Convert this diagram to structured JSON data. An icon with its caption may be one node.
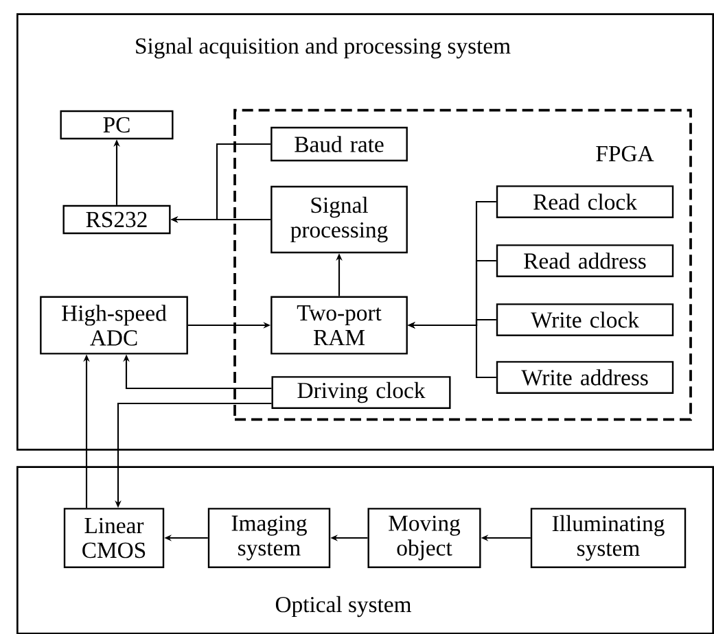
{
  "diagram": {
    "nodes": [
      {
        "text": [
          "Signal acquisition and processing system"
        ]
      },
      {
        "text": [
          "FPGA"
        ],
        "in": 0
      },
      {
        "text": [
          "PC"
        ],
        "in": 0
      },
      {
        "text": [
          "RS232"
        ],
        "in": 0
      },
      {
        "text": [
          "Baud rate"
        ],
        "in": 1
      },
      {
        "text": [
          "Signal processing"
        ],
        "in": 1
      },
      {
        "text": [
          "High-speed ADC"
        ],
        "in": 0
      },
      {
        "text": [
          "Two-port RAM"
        ],
        "in": 1
      },
      {
        "text": [
          "Driving clock"
        ],
        "in": 1
      },
      {
        "text": [
          "Read clock"
        ],
        "in": 1
      },
      {
        "text": [
          "Read address"
        ],
        "in": 1
      },
      {
        "text": [
          "Write clock"
        ],
        "in": 1
      },
      {
        "text": [
          "Write address"
        ],
        "in": 1
      },
      {
        "text": [
          "Optical system"
        ]
      },
      {
        "text": [
          "Linear CMOS"
        ],
        "in": 13
      },
      {
        "text": [
          "Imaging system"
        ],
        "in": 13
      },
      {
        "text": [
          "Moving object"
        ],
        "in": 13
      },
      {
        "text": [
          "Illuminating system"
        ],
        "in": 13
      }
    ],
    "edges": [
      {
        "from": 3,
        "to": 2,
        "arrow": "to"
      },
      {
        "from": 4,
        "to": 3,
        "arrow": "to"
      },
      {
        "from": 5,
        "to": 3,
        "arrow": "to"
      },
      {
        "from": 7,
        "to": 5,
        "arrow": "to"
      },
      {
        "from": 6,
        "to": 7,
        "arrow": "to"
      },
      {
        "from": 9,
        "to": 7,
        "arrow": "to"
      },
      {
        "from": 10,
        "to": 7,
        "arrow": "to"
      },
      {
        "from": 11,
        "to": 7,
        "arrow": "to"
      },
      {
        "from": 12,
        "to": 7,
        "arrow": "to"
      },
      {
        "from": 8,
        "to": 6,
        "arrow": "to"
      },
      {
        "from": 8,
        "to": 14,
        "arrow": "to"
      },
      {
        "from": 14,
        "to": 6,
        "arrow": "to"
      },
      {
        "from": 15,
        "to": 14,
        "arrow": "to"
      },
      {
        "from": 16,
        "to": 15,
        "arrow": "to"
      },
      {
        "from": 17,
        "to": 16,
        "arrow": "to"
      }
    ]
  }
}
